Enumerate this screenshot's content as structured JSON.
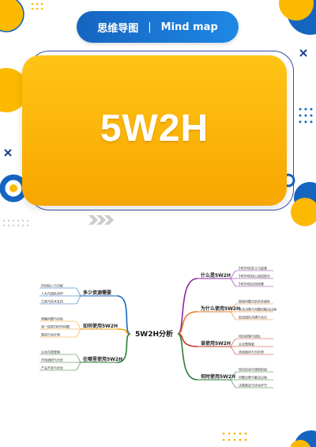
{
  "header": {
    "title_cn": "思维导图",
    "separator": "|",
    "title_en": "Mind map"
  },
  "hero": {
    "title": "5W2H"
  },
  "mindmap": {
    "center": "5W2H分析",
    "left": [
      {
        "title": "多少资源需要",
        "items": [
          "时间投入与分配",
          "人力与团队协作",
          "工具与技术支持"
        ]
      },
      {
        "title": "如何使用5W2H",
        "items": [
          "明确问题与目标",
          "逐一回答5W2H问题",
          "制定行动计划"
        ]
      },
      {
        "title": "在哪里使用5W2H",
        "items": [
          "企业内部管理",
          "市场调研与分析",
          "产品开发与优化"
        ]
      }
    ],
    "right": [
      {
        "title": "什么是5W2H",
        "items": [
          "5W2H的定义与起源",
          "5W2H的核心组成部分",
          "5W2H的应用场景"
        ]
      },
      {
        "title": "为什么使用5W2H",
        "items": [
          "提高问题分析的全面性",
          "优化决策与问题的解决过程",
          "促进团队沟通与共识"
        ]
      },
      {
        "title": "谁使用5W2H",
        "items": [
          "项目经理与团队",
          "企业管理者",
          "咨询顾问与分析师"
        ]
      },
      {
        "title": "何时使用5W2H",
        "items": [
          "项目启动与规划阶段",
          "问题诊断与解决过程",
          "决策制定与评估环节"
        ]
      }
    ],
    "colors": [
      "#1565c0",
      "#f39c12",
      "#2e7d32",
      "#8e24aa",
      "#e67e22",
      "#c0392b",
      "#2e7d32"
    ]
  }
}
